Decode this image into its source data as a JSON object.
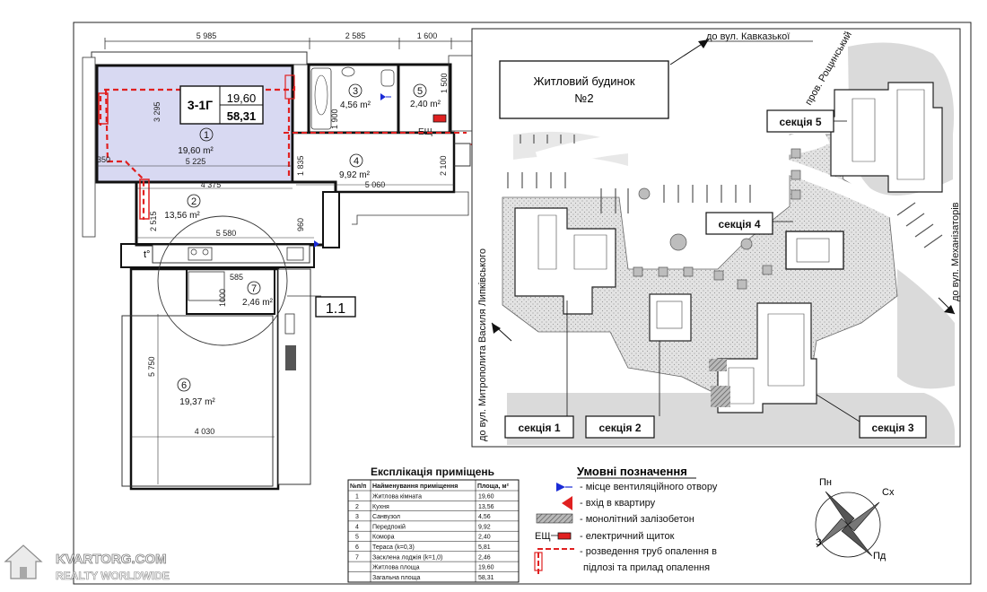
{
  "apartment": {
    "code": "3-1Г",
    "living_area": "19,60",
    "total_area": "58,31",
    "callout": "1.1"
  },
  "dimensions": {
    "top": [
      "5 985",
      "2 585",
      "1 600"
    ],
    "d3295": "3 295",
    "d350": "350",
    "d5225": "5 225",
    "d1900": "1 900",
    "d1500": "1 500",
    "d1835": "1 835",
    "d2100": "2 100",
    "d4375": "4 375",
    "d5060": "5 060",
    "d2515": "2 515",
    "d960": "960",
    "d5580": "5 580",
    "d585": "585",
    "d1000": "1000",
    "d5750": "5 750",
    "d4030": "4 030",
    "temp_symbol": "t°"
  },
  "rooms": [
    {
      "num": "1",
      "area": "19,60 m²"
    },
    {
      "num": "2",
      "area": "13,56 m²"
    },
    {
      "num": "3",
      "area": "4,56 m²"
    },
    {
      "num": "4",
      "area": "9,92 m²"
    },
    {
      "num": "5",
      "area": "2,40 m²"
    },
    {
      "num": "6",
      "area": "19,37 m²"
    },
    {
      "num": "7",
      "area": "2,46 m²"
    }
  ],
  "panel_label": "ЕЩ",
  "site": {
    "building2": [
      "Житловий будинок",
      "№2"
    ],
    "sections": {
      "s1": "секція 1",
      "s2": "секція 2",
      "s3": "секція 3",
      "s4": "секція 4",
      "s5": "секція 5"
    },
    "streets": {
      "kavkazka": "до вул. Кавказької",
      "roshchynskyi": "пров. Рощинський",
      "lypkivskoho": "до вул. Митрополита Василя Липківського",
      "mekhanizatoriv": "до вул. Механізаторів"
    }
  },
  "explication": {
    "title": "Експлікація приміщень",
    "headers": [
      "№п/п",
      "Найменування приміщення",
      "Площа, м²"
    ],
    "rows": [
      [
        "1",
        "Житлова кімната",
        "19,60"
      ],
      [
        "2",
        "Кухня",
        "13,56"
      ],
      [
        "3",
        "Санвузол",
        "4,56"
      ],
      [
        "4",
        "Передпокій",
        "9,92"
      ],
      [
        "5",
        "Комора",
        "2,40"
      ],
      [
        "6",
        "Тераса (k=0,3)",
        "5,81"
      ],
      [
        "7",
        "Засклена лоджія (k=1,0)",
        "2,46"
      ],
      [
        "",
        "Житлова площа",
        "19,60"
      ],
      [
        "",
        "Загальна площа",
        "58,31"
      ]
    ]
  },
  "legend": {
    "title": "Умовні позначення",
    "items": [
      "- місце вентиляційного отвору",
      "- вхід в квартиру",
      "- монолітний залізобетон",
      "- електричний щиток",
      "- розведення труб опалення в",
      "підлозі та прилад опалення"
    ],
    "panel_label": "ЕЩ"
  },
  "compass": {
    "n": "Пн",
    "e": "Сх",
    "s": "Пд",
    "w": "З"
  },
  "watermark": {
    "line1": "KVARTORG.COM",
    "line2": "REALTY WORLDWIDE"
  },
  "colors": {
    "living_fill": "#d8d9f2",
    "pipe_red": "#e02020",
    "vent_blue": "#1a2bd6",
    "hatch": "#8a8a8a"
  }
}
